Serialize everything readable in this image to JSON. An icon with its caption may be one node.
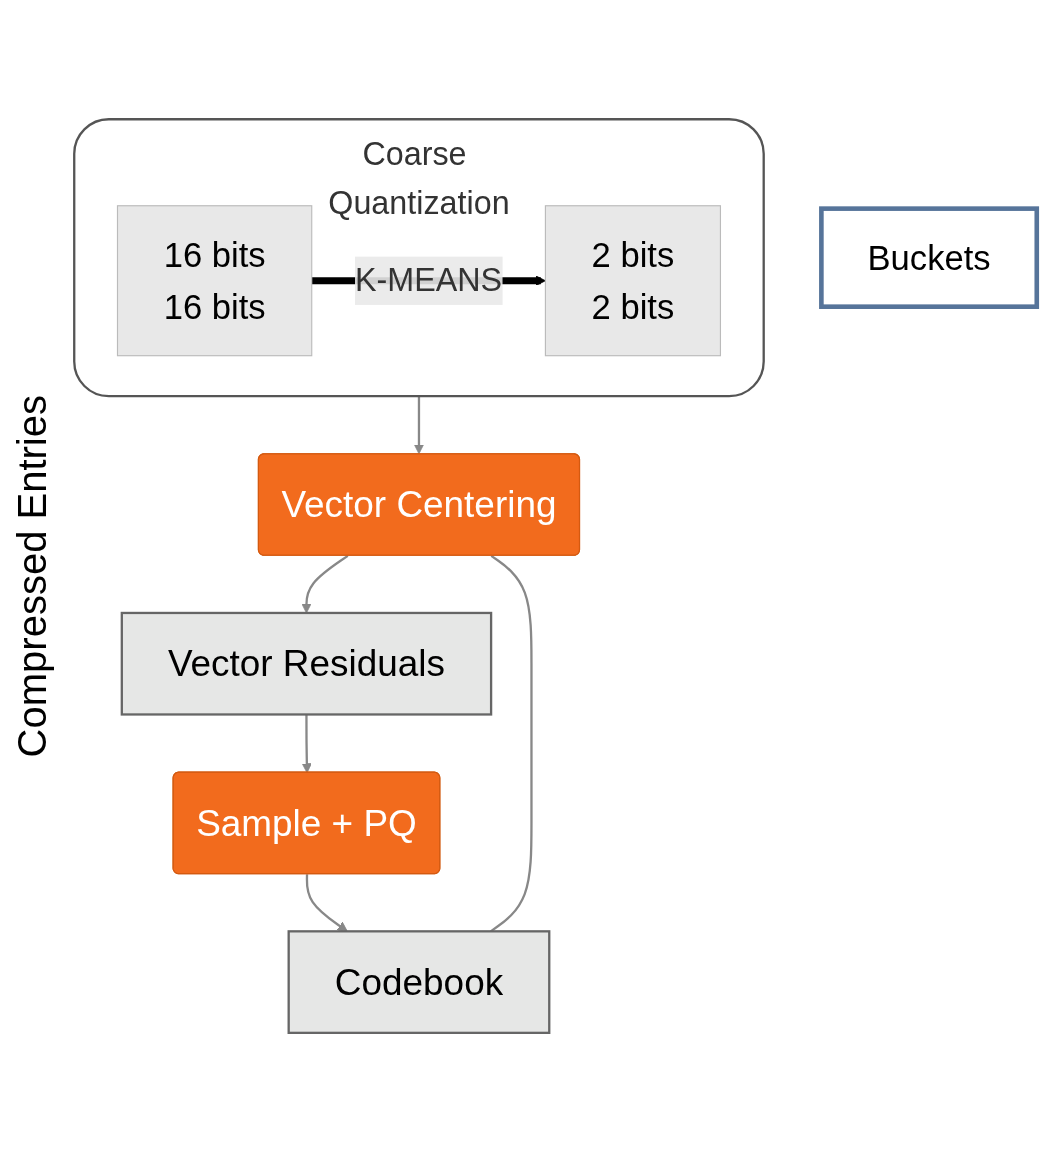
{
  "diagram": {
    "nodes": [
      {
        "text": [
          "Buckets"
        ]
      },
      {
        "text": [
          "Coarse Quantization"
        ]
      },
      {
        "text": [
          "16 bits",
          "16 bits"
        ],
        "in": 1
      },
      {
        "text": [
          "2 bits",
          "2 bits"
        ],
        "in": 1
      },
      {
        "text": [
          "Vector Centering"
        ]
      },
      {
        "text": [
          "Vector Residuals"
        ]
      },
      {
        "text": [
          "Sample + PQ"
        ]
      },
      {
        "text": [
          "Codebook"
        ]
      }
    ],
    "edges": [
      {
        "from": 2,
        "to": 3,
        "arrow": "to",
        "label": "K-MEANS",
        "style": "thick",
        "color": "#000000"
      },
      {
        "from": 1,
        "to": 4,
        "arrow": "to"
      },
      {
        "from": 4,
        "to": 5,
        "arrow": "to"
      },
      {
        "from": 5,
        "to": 6,
        "arrow": "to"
      },
      {
        "from": 6,
        "to": 7,
        "arrow": "to"
      },
      {
        "from": 7,
        "to": 4,
        "arrow": "none"
      }
    ],
    "labels": [
      "Compressed Entries"
    ]
  }
}
